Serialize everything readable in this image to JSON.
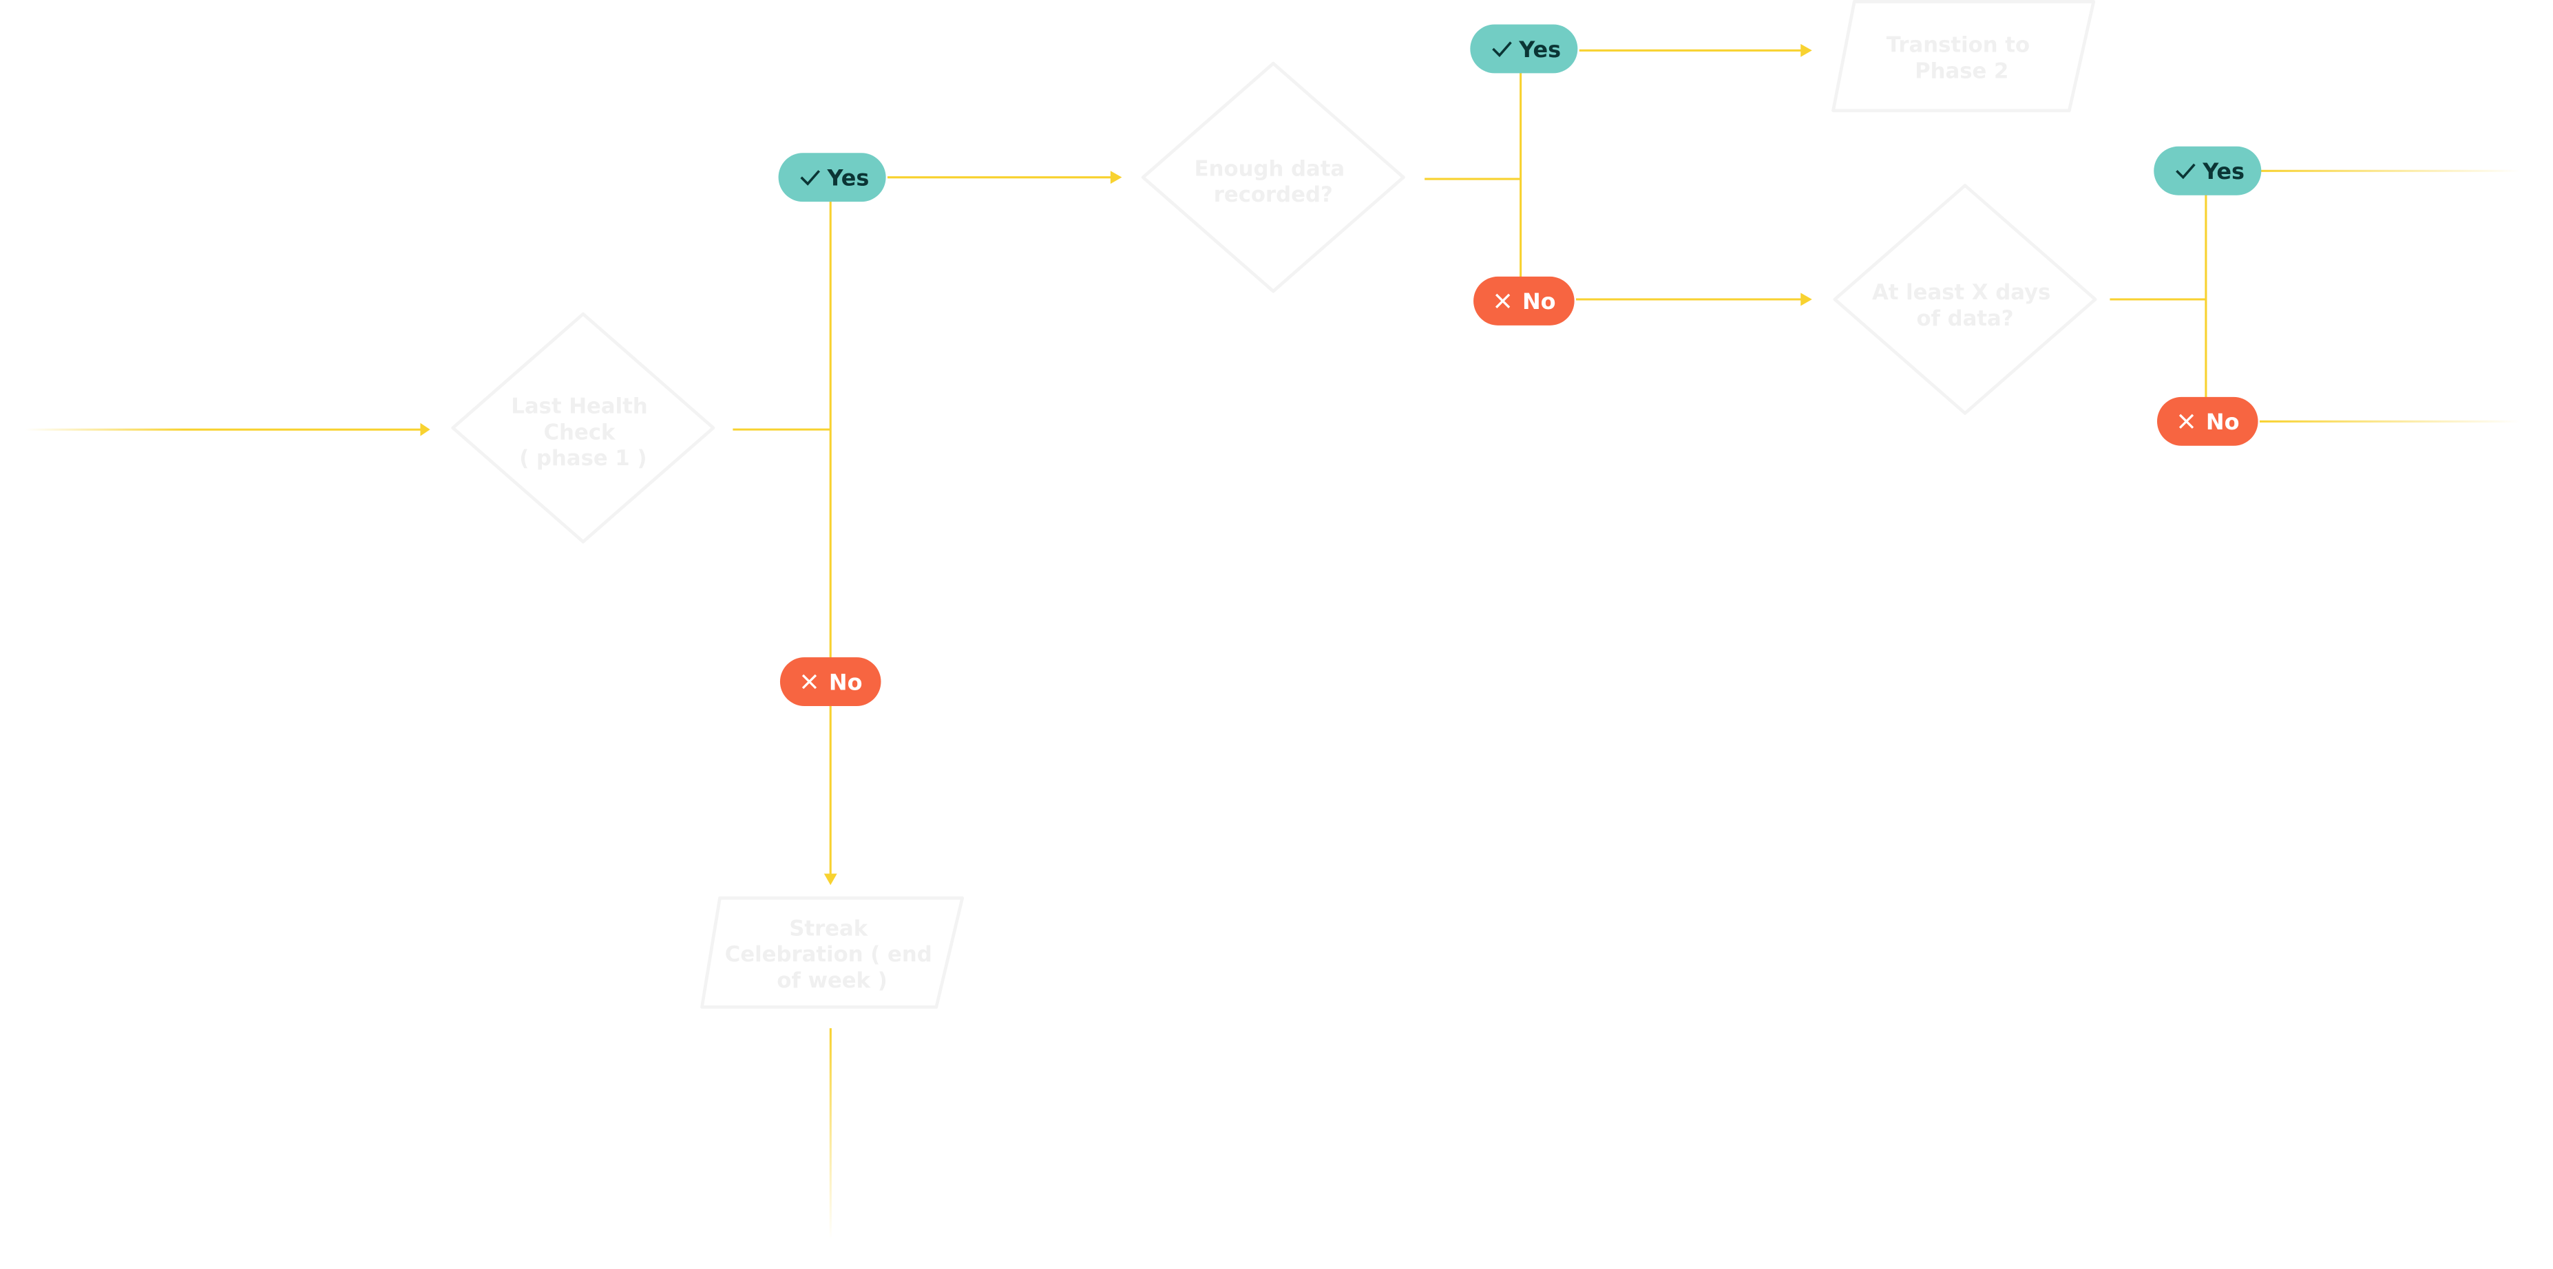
{
  "colors": {
    "connector": "#f8d230",
    "yes_badge": "#72cdc4",
    "yes_text": "#0b3535",
    "no_badge": "#f76541",
    "no_text": "#ffffff",
    "node_outline": "#f3f3f3"
  },
  "nodes": {
    "last_health_check": {
      "shape": "decision",
      "lines": [
        "Last Health",
        "Check",
        "( phase 1 )"
      ]
    },
    "enough_data": {
      "shape": "decision",
      "lines": [
        "Enough data",
        "recorded?"
      ]
    },
    "transition_phase2": {
      "shape": "data",
      "lines": [
        "Transtion to",
        "Phase 2"
      ]
    },
    "at_least_x_days": {
      "shape": "decision",
      "lines": [
        "At least X days",
        "of data?"
      ]
    },
    "streak_celebration": {
      "shape": "data",
      "lines": [
        "Streak",
        "Celebration  ( end",
        "of week )"
      ]
    }
  },
  "badges": {
    "yes": {
      "label": "Yes",
      "icon": "check-icon"
    },
    "no": {
      "label": "No",
      "icon": "x-icon"
    }
  }
}
